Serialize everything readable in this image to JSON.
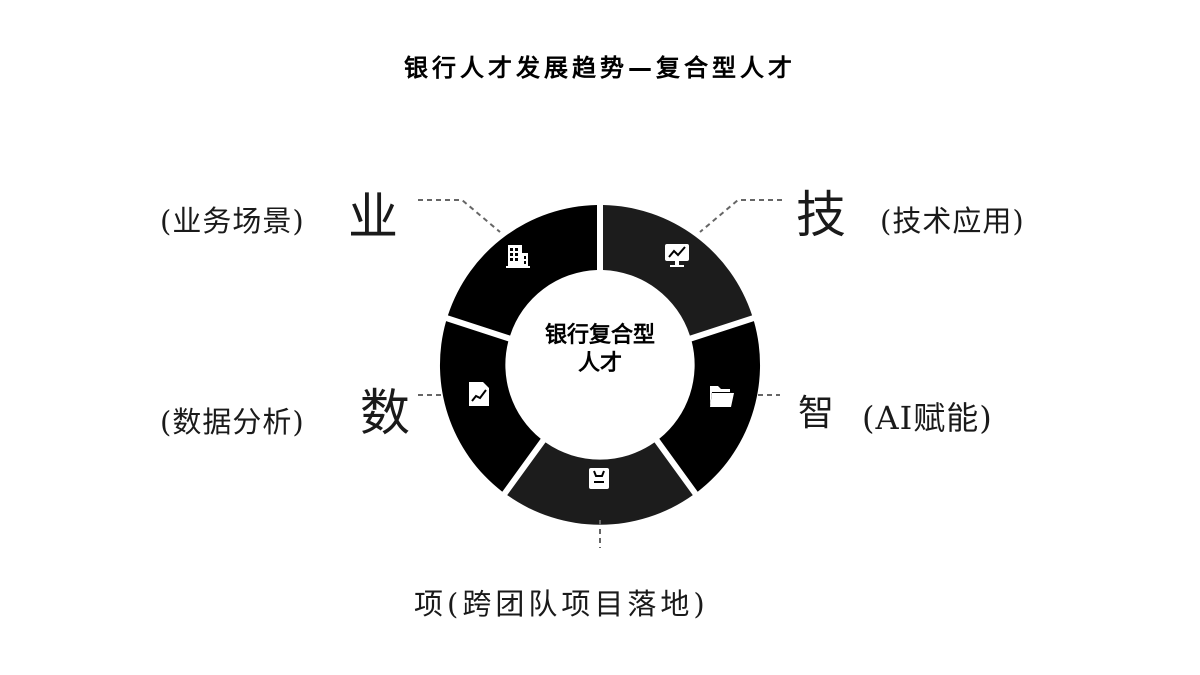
{
  "title": "银行人才发展趋势—复合型人才",
  "center": {
    "line1": "银行复合型",
    "line2": "人才"
  },
  "segments": [
    {
      "key": "业",
      "desc": "(业务场景)",
      "icon": "building-icon",
      "color": "#000000"
    },
    {
      "key": "技",
      "desc": "(技术应用)",
      "icon": "monitor-chart-icon",
      "color": "#1c1c1c"
    },
    {
      "key": "智",
      "desc": "(AI赋能)",
      "icon": "folder-icon",
      "color": "#000000"
    },
    {
      "key": "项",
      "desc": "(跨团队项目落地)",
      "icon": "clipboard-icon",
      "color": "#1c1c1c"
    },
    {
      "key": "数",
      "desc": "(数据分析)",
      "icon": "chart-document-icon",
      "color": "#000000"
    }
  ]
}
